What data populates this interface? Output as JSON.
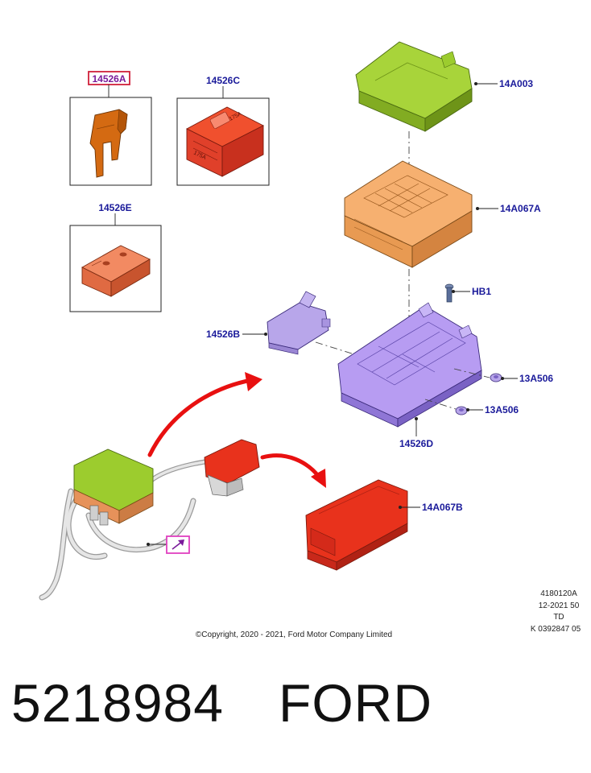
{
  "callouts": {
    "c_14526A": "14526A",
    "c_14526C": "14526C",
    "c_14526E": "14526E",
    "c_14A003": "14A003",
    "c_14A067A": "14A067A",
    "c_HB1": "HB1",
    "c_14526B": "14526B",
    "c_13A506_upper": "13A506",
    "c_13A506_lower": "13A506",
    "c_14526D": "14526D",
    "c_14A067B": "14A067B"
  },
  "highlighted_callout": "14526A",
  "fuse_labels": {
    "jcase_top": "175A",
    "jcase_side": "175A"
  },
  "illustration_code": {
    "line1": "4180120A",
    "line2": "12-2021 50",
    "line3": "TD",
    "line4": "K 0392847 05"
  },
  "copyright": "©Copyright, 2020 - 2021, Ford Motor Company Limited",
  "part_number": "5218984",
  "brand": "FORD",
  "colors": {
    "callout_text": "#1a1a9a",
    "highlight_box": "#d0203a",
    "cover_green": "#9ccc2e",
    "fuse_box_orange": "#f0a060",
    "bracket_purple": "#b79cf2",
    "cover_red": "#e8321c",
    "arrow_red": "#e81010",
    "view_marker": "#e040c0"
  },
  "icons": [
    "view-arrow-icon",
    "assembly-arrow-icon"
  ]
}
